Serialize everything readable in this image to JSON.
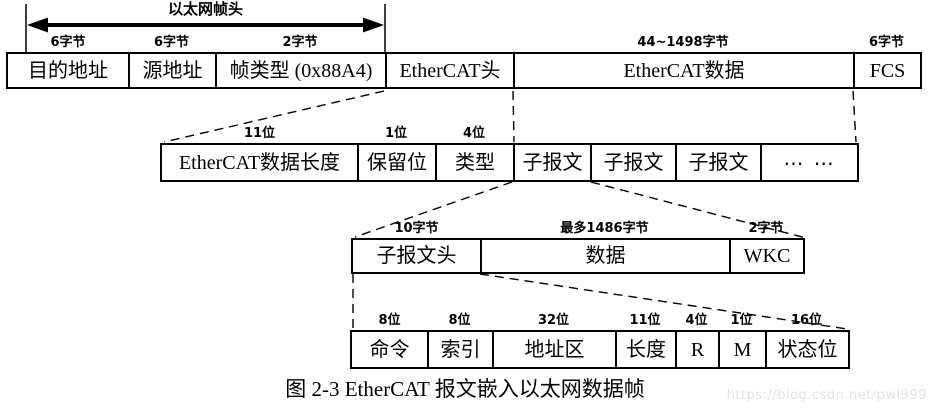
{
  "header_arrow": {
    "label": "以太网帧头"
  },
  "row1": {
    "sizes": [
      "6字节",
      "6字节",
      "2字节",
      "44~1498字节",
      "6字节"
    ],
    "cells": [
      "目的地址",
      "源地址",
      "帧类型 (0x88A4)",
      "EtherCAT头",
      "EtherCAT数据",
      "FCS"
    ]
  },
  "row2": {
    "sizes": [
      "11位",
      "1位",
      "4位"
    ],
    "cells": [
      "EtherCAT数据长度",
      "保留位",
      "类型",
      "子报文",
      "子报文",
      "子报文",
      "⋯ ⋯"
    ]
  },
  "row3": {
    "sizes": [
      "10字节",
      "最多1486字节",
      "2字节"
    ],
    "cells": [
      "子报文头",
      "数据",
      "WKC"
    ]
  },
  "row4": {
    "sizes": [
      "8位",
      "8位",
      "32位",
      "11位",
      "4位",
      "1位",
      "16位"
    ],
    "cells": [
      "命令",
      "索引",
      "地址区",
      "长度",
      "R",
      "M",
      "状态位"
    ]
  },
  "caption": "图 2-3 EtherCAT 报文嵌入以太网数据帧",
  "watermark": "https://blog.csdn.net/pwl999"
}
